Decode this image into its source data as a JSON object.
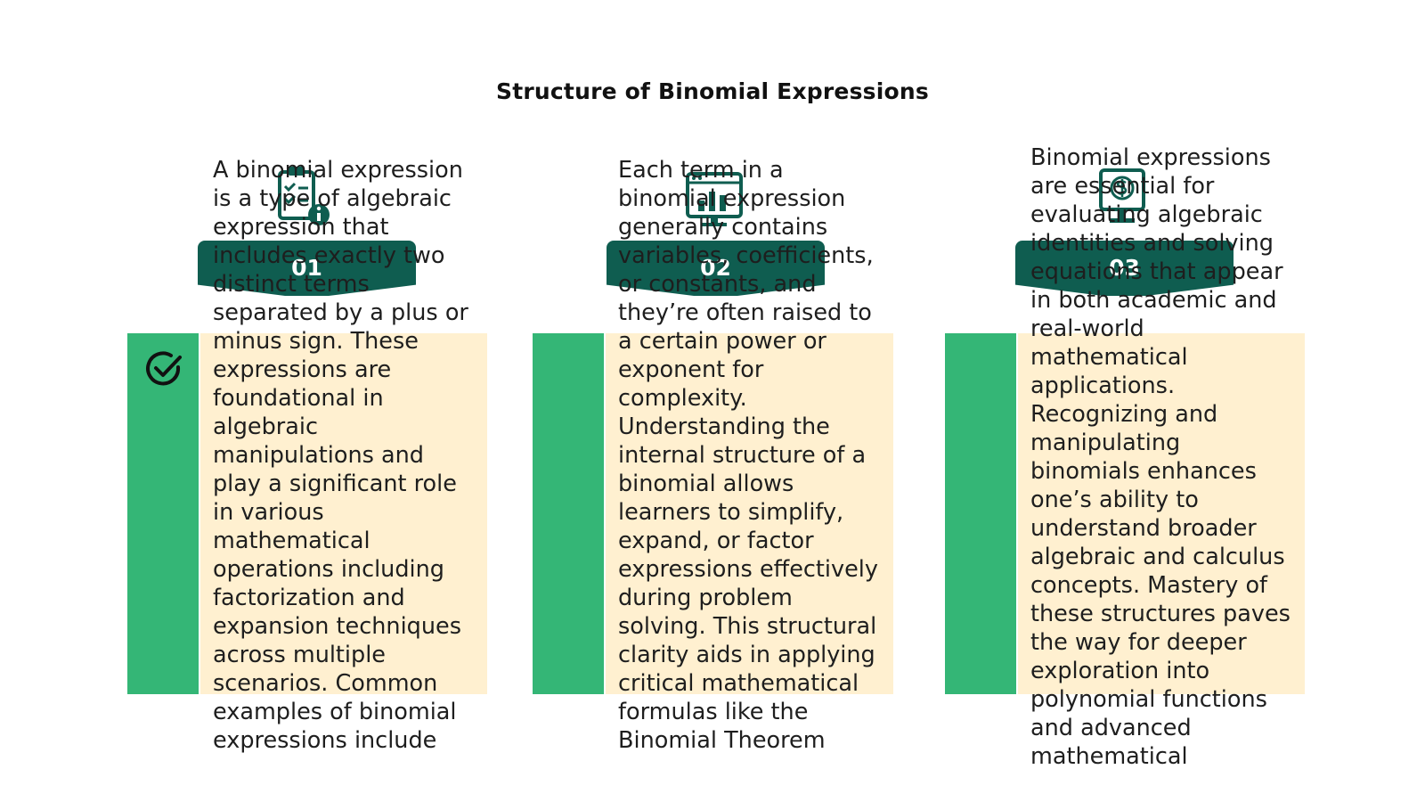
{
  "title": "Structure of Binomial Expressions",
  "colors": {
    "green_bar": "#34b676",
    "dark_teal": "#0f5d50",
    "cream": "#fff0d0"
  },
  "cards": [
    {
      "number": "01",
      "icon": "clipboard-info-icon",
      "text": "A binomial expression is a type of algebraic expression that includes exactly two distinct terms separated by a plus or minus sign. These expressions are foundational in algebraic manipulations and play a significant role in various mathematical operations including factorization and expansion techniques across multiple scenarios. Common examples of binomial expressions include"
    },
    {
      "number": "02",
      "icon": "bar-chart-window-icon",
      "text": "Each term in a binomial expression generally contains variables, coefficients, or constants, and they’re often raised to a certain power or exponent for complexity. Understanding the internal structure of a binomial allows learners to simplify, expand, or factor expressions effectively during problem solving. This structural clarity aids in applying critical mathematical formulas like the Binomial Theorem"
    },
    {
      "number": "03",
      "icon": "money-monitor-icon",
      "text": "Binomial expressions are essential for evaluating algebraic identities and solving equations that appear in both academic and real-world mathematical applications. Recognizing and manipulating binomials enhances one’s ability to understand broader algebraic and calculus concepts. Mastery of these structures paves the way for deeper exploration into polynomial functions and advanced mathematical"
    }
  ]
}
